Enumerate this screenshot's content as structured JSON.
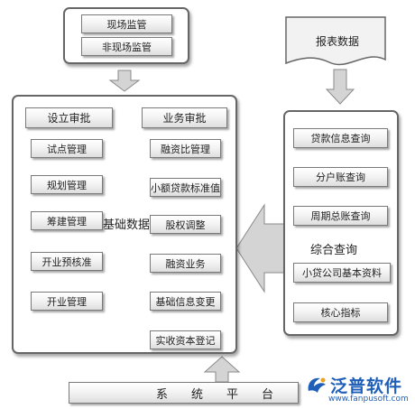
{
  "supervision": {
    "onsite": "现场监管",
    "offsite": "非现场监管"
  },
  "report": {
    "label": "报表数据"
  },
  "setup_approval": {
    "header": "设立审批",
    "steps": [
      "试点管理",
      "规划管理",
      "筹建管理",
      "开业预核准",
      "开业管理"
    ]
  },
  "business_approval": {
    "header": "业务审批",
    "steps": [
      "融资比管理",
      "小额贷款标准值",
      "股权调整",
      "融资业务",
      "基础信息变更",
      "实收资本登记"
    ]
  },
  "base_data": {
    "label": "基础数据"
  },
  "query": {
    "items": [
      "贷款信息查询",
      "分户账查询",
      "周期总账查询",
      "小贷公司基本资料",
      "核心指标"
    ],
    "combined_label": "综合查询"
  },
  "platform": {
    "label": "系　　统　　平　　台"
  },
  "watermark": {
    "brand": "泛普软件",
    "url": "www.fanpusoft.com"
  },
  "colors": {
    "arrow_fill": "#d4d4d4",
    "arrow_stroke": "#8a8a8a",
    "frame_border": "#666666",
    "brand_blue": "#1f5fb8"
  }
}
